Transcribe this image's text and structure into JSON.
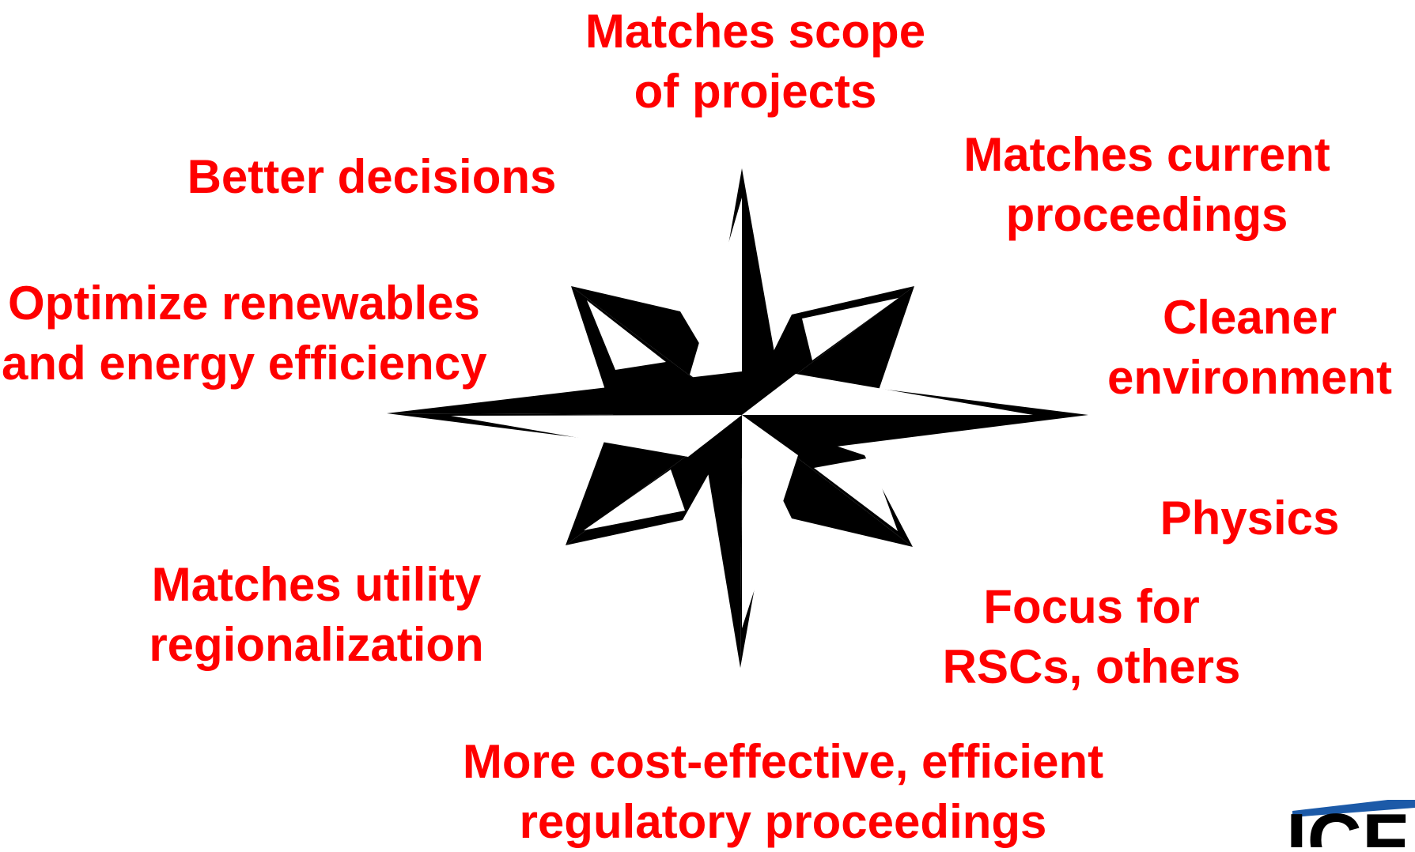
{
  "labels": {
    "scope": [
      "Matches scope",
      "of projects"
    ],
    "decisions": [
      "Better decisions"
    ],
    "proceedings": [
      "Matches current",
      "proceedings"
    ],
    "renewables": [
      "Optimize renewables",
      "and energy efficiency"
    ],
    "environment": [
      "Cleaner",
      "environment"
    ],
    "physics": [
      "Physics"
    ],
    "utility": [
      "Matches utility",
      "regionalization"
    ],
    "rscs": [
      "Focus for",
      "RSCs, others"
    ],
    "cost": [
      "More cost-effective, efficient",
      "regulatory proceedings"
    ]
  },
  "logo": {
    "text": "ICF",
    "bar_color": "#1c5aa8",
    "text_color": "#000000"
  },
  "colors": {
    "label": "#ff0000",
    "rose": "#000000",
    "background": "#ffffff"
  }
}
